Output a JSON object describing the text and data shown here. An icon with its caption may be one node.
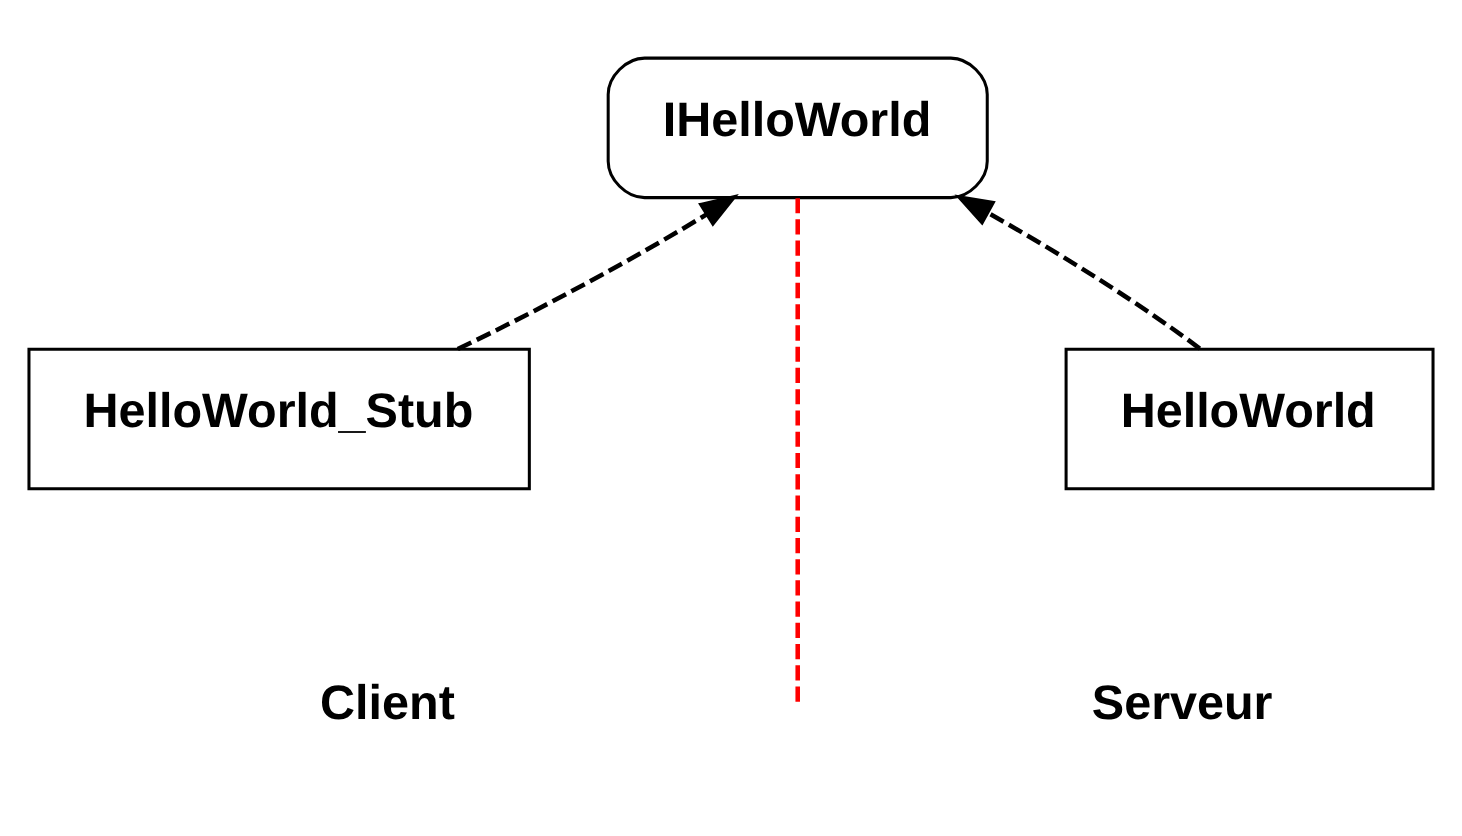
{
  "diagram": {
    "nodes": [
      {
        "text": [
          "IHelloWorld"
        ]
      },
      {
        "text": [
          "HelloWorld_Stub"
        ]
      },
      {
        "text": [
          "HelloWorld"
        ]
      }
    ],
    "edges": [
      {
        "from": 1,
        "to": 0,
        "arrow": "to",
        "style": "dashed"
      },
      {
        "from": 2,
        "to": 0,
        "arrow": "to",
        "style": "dashed"
      },
      {
        "from": 0,
        "to": null,
        "arrow": "none",
        "style": "dashed",
        "color": "#ff0000"
      }
    ],
    "labels": [
      "Client",
      "Serveur"
    ]
  }
}
